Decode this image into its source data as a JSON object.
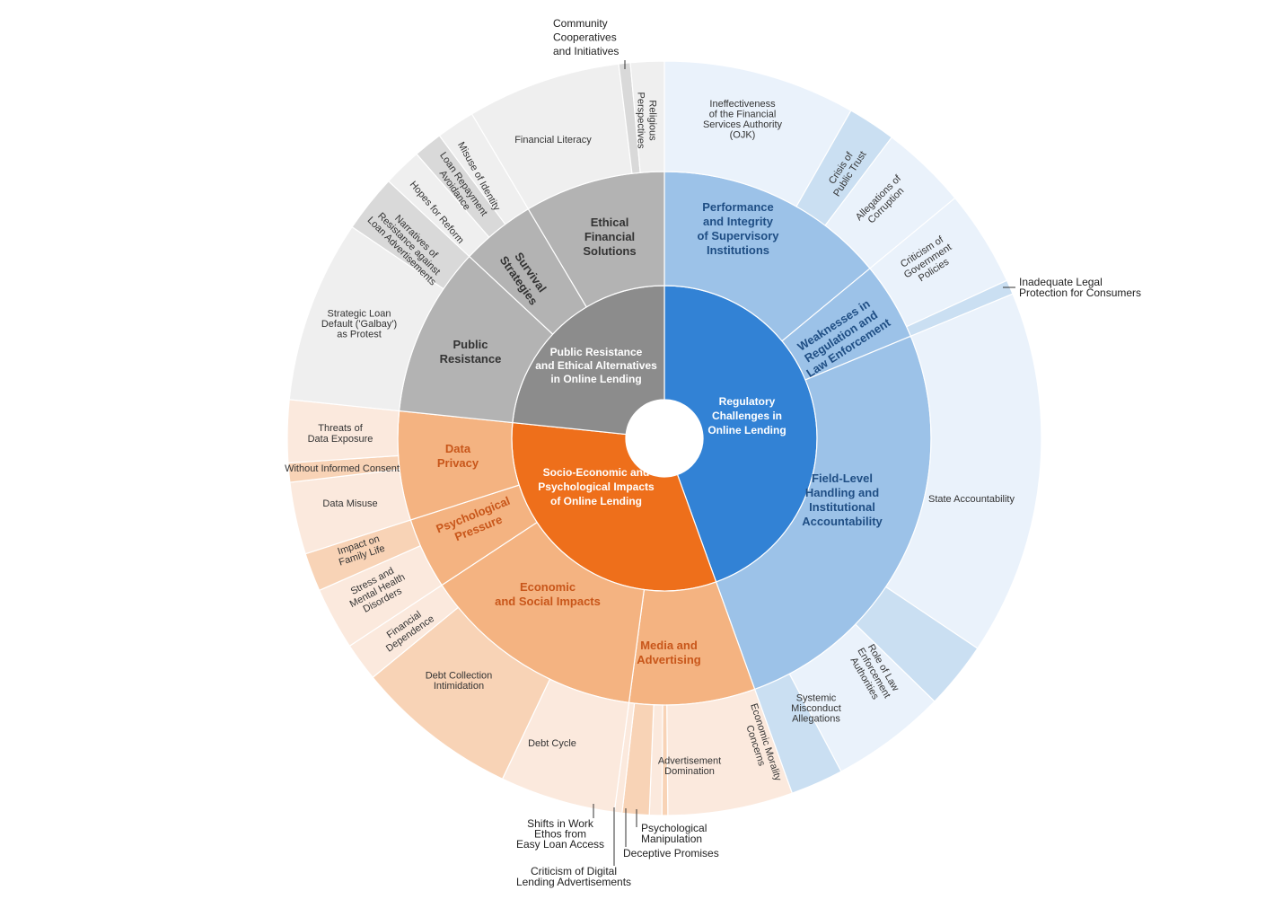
{
  "colors": {
    "blue": {
      "inner": "#3282d5",
      "mid": "#9cc2e8",
      "outer_dark": "#cadff2",
      "outer_light": "#eaf2fb",
      "text": "#1f4e84"
    },
    "grey": {
      "inner": "#8c8c8c",
      "mid": "#b3b3b3",
      "outer_dark": "#d9d9d9",
      "outer_light": "#efefef",
      "text": "#333333"
    },
    "orange": {
      "inner": "#ee6f1b",
      "mid": "#f4b381",
      "outer_dark": "#f8d3b6",
      "outer_light": "#fbe9dd",
      "text": "#c8561a"
    }
  },
  "categories": [
    {
      "name": "Regulatory Challenges in Online Lending",
      "color_key": "blue",
      "children": [
        {
          "name": "Performance and Integrity of Supervisory Institutions",
          "children": [
            {
              "name": "Ineffectiveness of the Financial Services Authority (OJK)",
              "value": 20
            },
            {
              "name": "Crisis of Public Trust",
              "value": 5
            },
            {
              "name": "Allegations of Corruption",
              "value": 9
            }
          ]
        },
        {
          "name": "Weaknesses in Regulation and Law Enforcement",
          "children": [
            {
              "name": "Criticism of Government Policies",
              "value": 10
            },
            {
              "name": "Inadequate Legal Protection for Consumers",
              "value": 1.5
            }
          ]
        },
        {
          "name": "Field-Level Handling and Institutional Accountability",
          "children": [
            {
              "name": "State Accountability",
              "value": 38
            },
            {
              "name": "Role of Law Enforcement Authorities",
              "value": 7
            },
            {
              "name": "Systemic Misconduct Allegations",
              "value": 12
            },
            {
              "name": "Economic Morality Concerns",
              "value": 5.5
            }
          ]
        }
      ]
    },
    {
      "name": "Socio-Economic and Psychological Impacts of Online Lending",
      "color_key": "orange",
      "children": [
        {
          "name": "Media and Advertising",
          "children": [
            {
              "name": "Advertisement Domination",
              "value": 13
            },
            {
              "name": "Psychological Manipulation",
              "value": 0.6
            },
            {
              "name": "Deceptive Promises",
              "value": 1.3
            },
            {
              "name": "Criticism of Digital Lending Advertisements",
              "value": 2.8
            },
            {
              "name": "Shifts in Work Ethos from Easy Loan Access",
              "value": 0.8
            }
          ]
        },
        {
          "name": "Economic and Social Impacts",
          "children": [
            {
              "name": "Debt Cycle",
              "value": 12
            },
            {
              "name": "Debt Collection Intimidation",
              "value": 17
            },
            {
              "name": "Financial Dependence",
              "value": 4
            }
          ]
        },
        {
          "name": "Psychological Pressure",
          "children": [
            {
              "name": "Stress and Mental Health Disorders",
              "value": 6.5
            },
            {
              "name": "Impact on Family Life",
              "value": 4
            }
          ]
        },
        {
          "name": "Data Privacy",
          "children": [
            {
              "name": "Data Misuse",
              "value": 7.5
            },
            {
              "name": "Without Informed Consent",
              "value": 2
            },
            {
              "name": "Threats of Data Exposure",
              "value": 6.5
            }
          ]
        }
      ]
    },
    {
      "name": "Public Resistance and Ethical Alternatives in Online Lending",
      "color_key": "grey",
      "children": [
        {
          "name": "Public Resistance",
          "children": [
            {
              "name": "Strategic Loan Default ('Galbay') as Protest",
              "value": 19
            },
            {
              "name": "Narratives of Resistance against Loan Advertisements",
              "value": 6
            }
          ]
        },
        {
          "name": "Survival Strategies",
          "children": [
            {
              "name": "Hopes for Reform",
              "value": 4
            },
            {
              "name": "Loan Repayment Avoidance",
              "value": 3
            },
            {
              "name": "Misuse of Identity",
              "value": 4
            }
          ]
        },
        {
          "name": "Ethical Financial Solutions",
          "children": [
            {
              "name": "Financial Literacy",
              "value": 16
            },
            {
              "name": "Community Cooperatives and Initiatives",
              "value": 1.2
            },
            {
              "name": "Religious Perspectives",
              "value": 3.5
            }
          ]
        }
      ]
    }
  ],
  "text": {
    "inner": [
      {
        "key": "reg",
        "lines": [
          "Regulatory",
          "Challenges in",
          "Online Lending"
        ]
      },
      {
        "key": "soc",
        "lines": [
          "Socio-Economic and",
          "Psychological Impacts",
          "of Online Lending"
        ]
      },
      {
        "key": "pub",
        "lines": [
          "Public Resistance",
          "and Ethical Alternatives",
          "in Online Lending"
        ]
      }
    ],
    "mid": [
      {
        "key": "perf",
        "lines": [
          "Performance",
          "and Integrity",
          "of Supervisory",
          "Institutions"
        ]
      },
      {
        "key": "weak",
        "lines": [
          "Weaknesses in",
          "Regulation and",
          "Law Enforcement"
        ]
      },
      {
        "key": "field",
        "lines": [
          "Field-Level",
          "Handling and",
          "Institutional",
          "Accountability"
        ]
      },
      {
        "key": "media",
        "lines": [
          "Media and",
          "Advertising"
        ]
      },
      {
        "key": "econ",
        "lines": [
          "Economic",
          "and Social Impacts"
        ]
      },
      {
        "key": "psych",
        "lines": [
          "Psychological",
          "Pressure"
        ]
      },
      {
        "key": "dp",
        "lines": [
          "Data",
          "Privacy"
        ]
      },
      {
        "key": "pr",
        "lines": [
          "Public",
          "Resistance"
        ]
      },
      {
        "key": "surv",
        "lines": [
          "Survival",
          "Strategies"
        ]
      },
      {
        "key": "eth",
        "lines": [
          "Ethical",
          "Financial",
          "Solutions"
        ]
      }
    ],
    "outer": [
      {
        "key": "ojk",
        "lines": [
          "Ineffectiveness",
          "of the Financial",
          "Services Authority",
          "(OJK)"
        ]
      },
      {
        "key": "crisis",
        "lines": [
          "Crisis of",
          "Public Trust"
        ]
      },
      {
        "key": "corr",
        "lines": [
          "Allegations of",
          "Corruption"
        ]
      },
      {
        "key": "gov",
        "lines": [
          "Criticism of",
          "Government",
          "Policies"
        ]
      },
      {
        "key": "state",
        "lines": [
          "State Accountability"
        ]
      },
      {
        "key": "law",
        "lines": [
          "Role of Law",
          "Enforcement",
          "Authorities"
        ]
      },
      {
        "key": "sys",
        "lines": [
          "Systemic",
          "Misconduct",
          "Allegations"
        ]
      },
      {
        "key": "moral",
        "lines": [
          "Economic Morality",
          "Concerns"
        ]
      },
      {
        "key": "adv",
        "lines": [
          "Advertisement",
          "Domination"
        ]
      },
      {
        "key": "debtc",
        "lines": [
          "Debt Cycle"
        ]
      },
      {
        "key": "debti",
        "lines": [
          "Debt Collection",
          "Intimidation"
        ]
      },
      {
        "key": "fdep",
        "lines": [
          "Financial",
          "Dependence"
        ]
      },
      {
        "key": "stress",
        "lines": [
          "Stress and",
          "Mental Health",
          "Disorders"
        ]
      },
      {
        "key": "family",
        "lines": [
          "Impact on",
          "Family Life"
        ]
      },
      {
        "key": "misuse",
        "lines": [
          "Data Misuse"
        ]
      },
      {
        "key": "consent",
        "lines": [
          "Without Informed Consent"
        ]
      },
      {
        "key": "threat",
        "lines": [
          "Threats of",
          "Data Exposure"
        ]
      },
      {
        "key": "galbay",
        "lines": [
          "Strategic Loan",
          "Default ('Galbay')",
          "as Protest"
        ]
      },
      {
        "key": "narr",
        "lines": [
          "Narratives of",
          "Resistance against",
          "Loan Advertisements"
        ]
      },
      {
        "key": "hopes",
        "lines": [
          "Hopes for Reform"
        ]
      },
      {
        "key": "avoid",
        "lines": [
          "Loan Repayment",
          "Avoidance"
        ]
      },
      {
        "key": "ident",
        "lines": [
          "Misuse of Identity"
        ]
      },
      {
        "key": "lit",
        "lines": [
          "Financial Literacy"
        ]
      },
      {
        "key": "relig",
        "lines": [
          "Religious",
          "Perspectives"
        ]
      }
    ],
    "external": [
      {
        "key": "legal",
        "lines": [
          "Inadequate Legal",
          "Protection for Consumers"
        ]
      },
      {
        "key": "coop",
        "lines": [
          "Community",
          "Cooperatives",
          "and Initiatives"
        ]
      },
      {
        "key": "manip",
        "lines": [
          "Psychological",
          "Manipulation"
        ]
      },
      {
        "key": "decept",
        "lines": [
          "Deceptive Promises"
        ]
      },
      {
        "key": "critad",
        "lines": [
          "Criticism of Digital",
          "Lending Advertisements"
        ]
      },
      {
        "key": "shifts",
        "lines": [
          "Shifts in Work",
          "Ethos from",
          "Easy Loan Access"
        ]
      }
    ]
  }
}
